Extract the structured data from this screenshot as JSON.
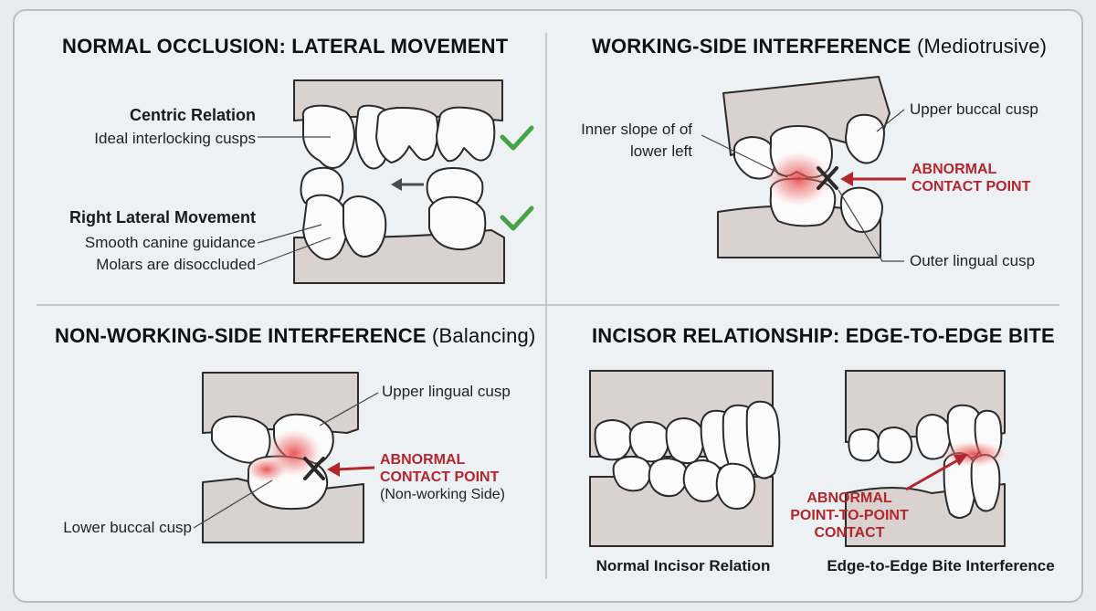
{
  "panels": {
    "normal": {
      "title": "NORMAL OCCLUSION: LATERAL MOVEMENT",
      "centric_title": "Centric Relation",
      "centric_desc": "Ideal interlocking cusps",
      "lateral_title": "Right Lateral Movement",
      "lateral_desc1": "Smooth canine guidance",
      "lateral_desc2": "Molars are disoccluded"
    },
    "working": {
      "title": "WORKING-SIDE INTERFERENCE",
      "title_paren": "(Mediotrusive)",
      "label_inner1": "Inner slope of of",
      "label_inner2": "lower left",
      "label_upper": "Upper buccal cusp",
      "label_outer": "Outer lingual cusp",
      "warn1": "ABNORMAL",
      "warn2": "CONTACT POINT"
    },
    "nonworking": {
      "title": "NON-WORKING-SIDE INTERFERENCE",
      "title_paren": "(Balancing)",
      "label_upper": "Upper lingual cusp",
      "label_lower": "Lower buccal cusp",
      "warn1": "ABNORMAL",
      "warn2": "CONTACT POINT",
      "warn3": "(Non-working Side)"
    },
    "incisor": {
      "title": "INCISOR RELATIONSHIP: EDGE-TO-EDGE BITE",
      "caption_normal": "Normal Incisor Relation",
      "caption_edge": "Edge-to-Edge Bite Interference",
      "warn1": "ABNORMAL",
      "warn2": "POINT-TO-POINT",
      "warn3": "CONTACT"
    }
  },
  "colors": {
    "gum": "#d9d2cf",
    "tooth_fill": "#fbfbfb",
    "outline": "#2a2a2a",
    "check": "#45a546",
    "warn": "#b3262c",
    "arrow": "#4a4a4a"
  },
  "icons": [
    "check-icon",
    "arrow-left-icon",
    "x-mark-icon",
    "red-arrow-icon"
  ]
}
